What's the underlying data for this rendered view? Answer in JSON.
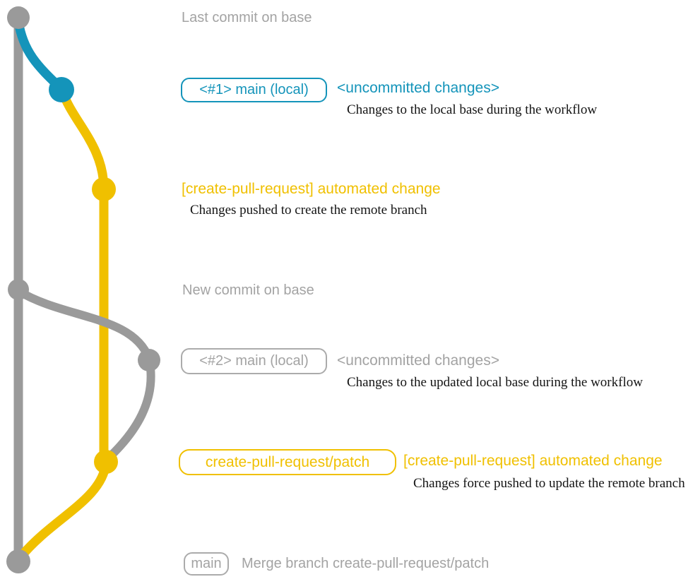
{
  "colors": {
    "gray": "#9a9a9a",
    "gray_text": "#a3a3a3",
    "gray_box": "#ababab",
    "blue": "#1494ba",
    "yellow": "#f0c000",
    "black": "#141414"
  },
  "graph_icons": {
    "base_branch_line": "base-branch-line",
    "commit_dots": [
      "last-commit-on-base",
      "main-local-1",
      "create-pull-request-commit-1",
      "new-commit-on-base",
      "main-local-2",
      "create-pull-request-commit-2",
      "merge-commit"
    ]
  },
  "annotations": {
    "last_commit_label": "Last commit on base",
    "branch1": {
      "box_label": "<#1> main (local)",
      "status": "<uncommitted changes>",
      "description": "Changes to the local base during the workflow"
    },
    "cpr1": {
      "label": "[create-pull-request] automated change",
      "description": "Changes pushed to create the remote branch"
    },
    "new_commit_label": "New commit on base",
    "branch2": {
      "box_label": "<#2> main (local)",
      "status": "<uncommitted changes>",
      "description": "Changes to the updated local base during the workflow"
    },
    "cpr2": {
      "box_label": "create-pull-request/patch",
      "label": "[create-pull-request] automated change",
      "description": "Changes force pushed to update the remote branch"
    },
    "merge": {
      "box_label": "main",
      "label": "Merge branch create-pull-request/patch"
    }
  }
}
